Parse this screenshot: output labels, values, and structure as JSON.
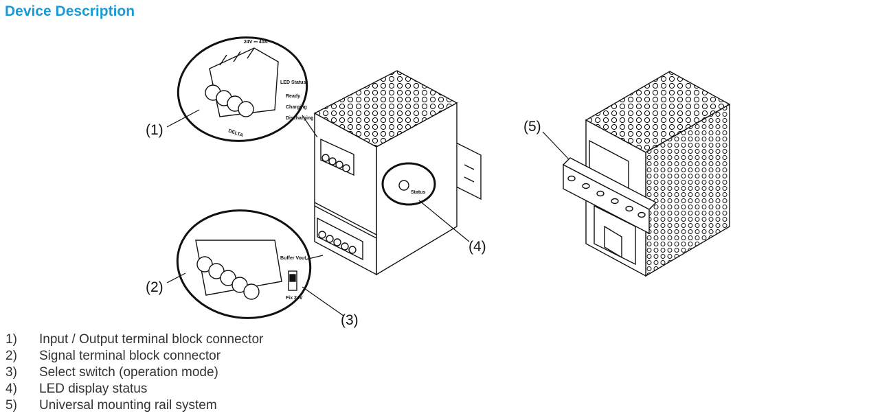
{
  "page": {
    "title": "Device Description"
  },
  "callouts": {
    "c1": "(1)",
    "c2": "(2)",
    "c3": "(3)",
    "c4": "(4)",
    "c5": "(5)"
  },
  "legend": [
    {
      "num": "1)",
      "text": "Input / Output terminal block connector"
    },
    {
      "num": "2)",
      "text": "Signal terminal block connector"
    },
    {
      "num": "3)",
      "text": "Select switch (operation mode)"
    },
    {
      "num": "4)",
      "text": "LED display status"
    },
    {
      "num": "5)",
      "text": "Universal mounting rail system"
    }
  ],
  "device_labels": {
    "brand": "DELTA",
    "led_status": "LED Status",
    "ready": "Ready",
    "charging": "Charging",
    "discharging": "Discharging",
    "status": "Status",
    "rating": "24V ⎓ 40A",
    "switch_label": "Buffer Vout",
    "switch_setting": "Fix 24V"
  },
  "colors": {
    "title": "#1a9ad6",
    "text": "#333333",
    "line": "#111111"
  }
}
